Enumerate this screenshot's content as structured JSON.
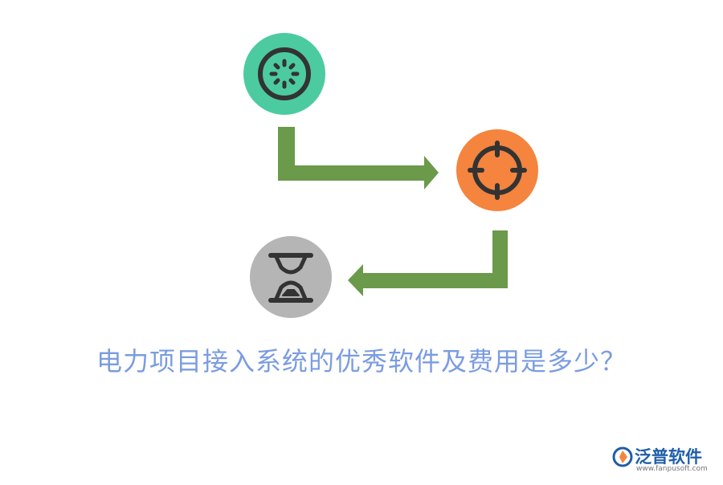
{
  "title": "电力项目接入系统的优秀软件及费用是多少？",
  "colors": {
    "arrow": "#6a9a4a",
    "node_green": "#4ccba0",
    "node_orange": "#f5843e",
    "node_gray": "#b5b5b5",
    "icon_stroke": "#333333",
    "title": "#7a9ce0",
    "brand": "#1f5ea8"
  },
  "nodes": [
    {
      "id": "start",
      "icon": "loading-spinner-icon"
    },
    {
      "id": "target",
      "icon": "crosshair-target-icon"
    },
    {
      "id": "wait",
      "icon": "hourglass-icon"
    }
  ],
  "logo": {
    "name": "泛普软件",
    "url": "www.fanpusoft.com"
  }
}
